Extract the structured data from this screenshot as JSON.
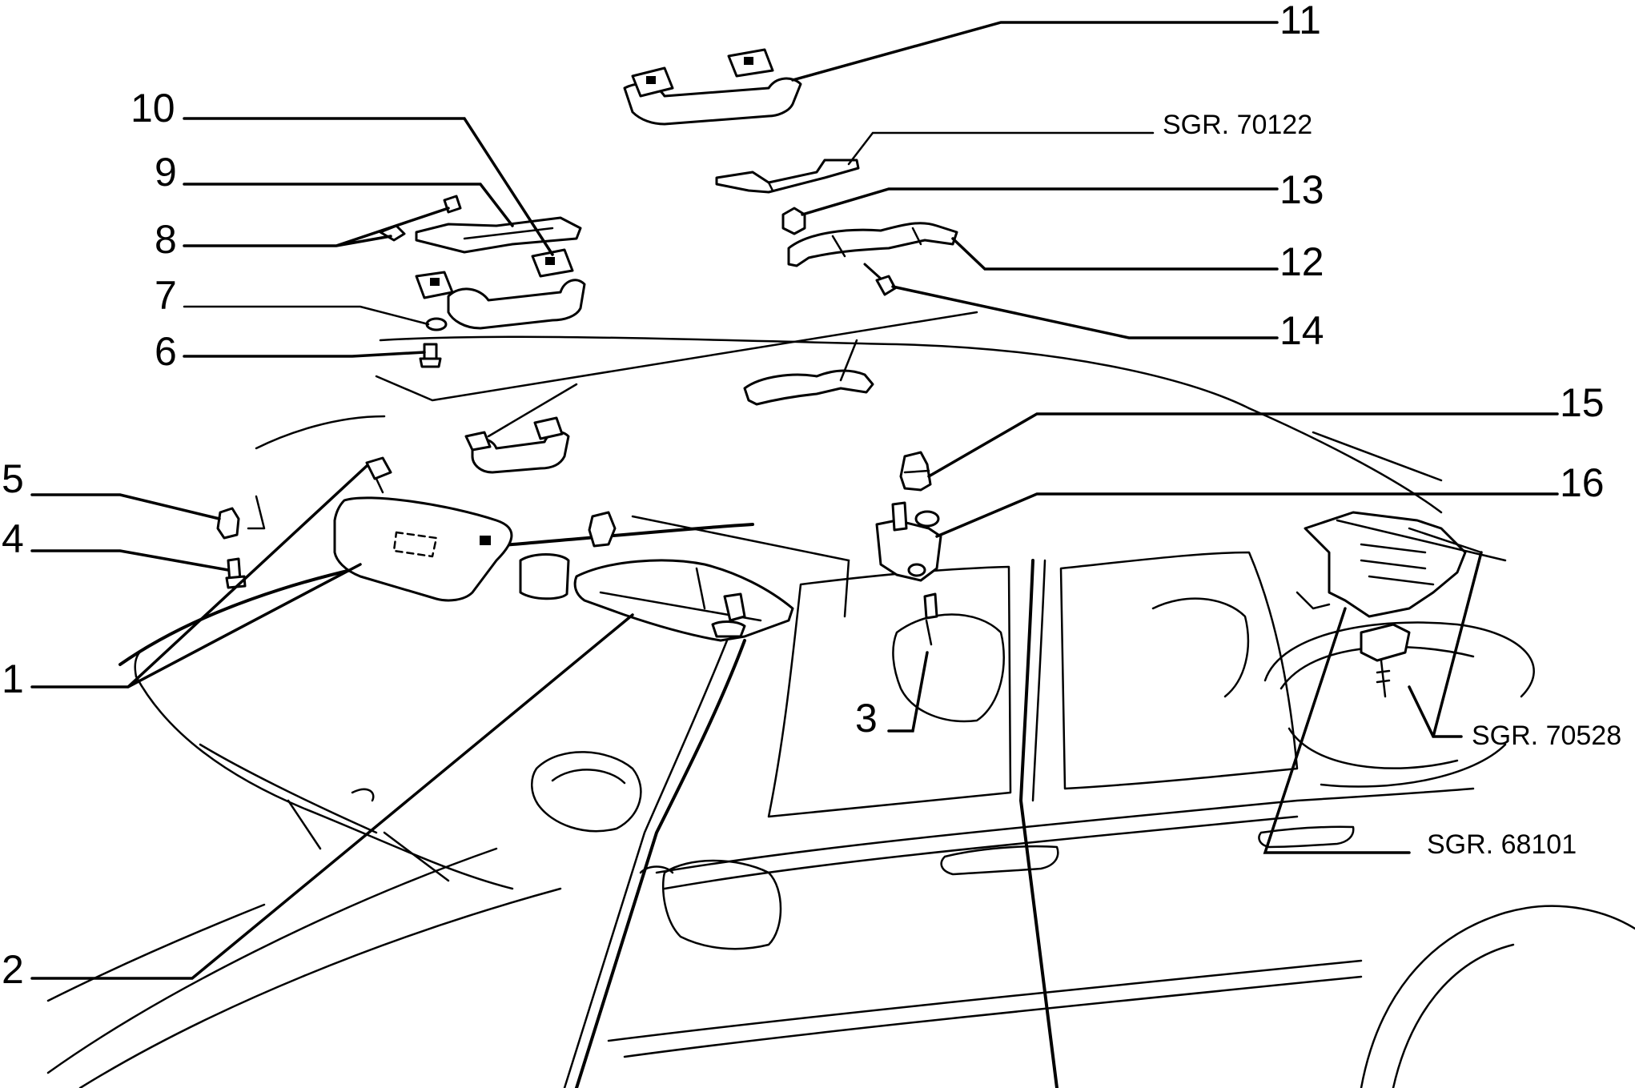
{
  "callouts": {
    "c1": "1",
    "c2": "2",
    "c3": "3",
    "c4": "4",
    "c5": "5",
    "c6": "6",
    "c7": "7",
    "c8": "8",
    "c9": "9",
    "c10": "10",
    "c11": "11",
    "c12": "12",
    "c13": "13",
    "c14": "14",
    "c15": "15",
    "c16": "16"
  },
  "references": {
    "sgr_70122": "SGR. 70122",
    "sgr_70528": "SGR. 70528",
    "sgr_68101": "SGR. 68101"
  },
  "colors": {
    "ink": "#000000",
    "paper": "#ffffff"
  }
}
